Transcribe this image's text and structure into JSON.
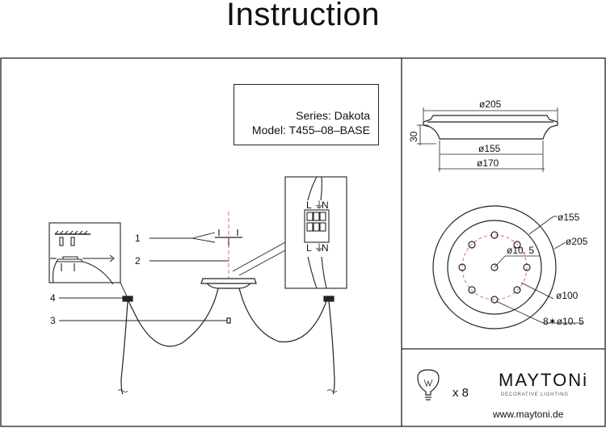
{
  "title": "Instruction",
  "info": {
    "series": "Series: Dakota",
    "model": "Model: T455–08–BASE"
  },
  "part_labels": [
    "1",
    "2",
    "3",
    "4"
  ],
  "terminal_labels": [
    "L",
    "⏚",
    "N"
  ],
  "side_dims": {
    "top": "ø205",
    "height": "30",
    "bottom1": "ø155",
    "bottom2": "ø170"
  },
  "plan_dims": {
    "d155": "ø155",
    "d205": "ø205",
    "center_hole": "ø10. 5",
    "d100": "ø100",
    "holes": "8✶ø10. 5"
  },
  "bulb": {
    "icon": "light-bulb-icon",
    "count": "x  8"
  },
  "brand": {
    "name": "MAYTONi",
    "tagline": "DECORATIVE LIGHTING",
    "website": "www.maytoni.de"
  }
}
